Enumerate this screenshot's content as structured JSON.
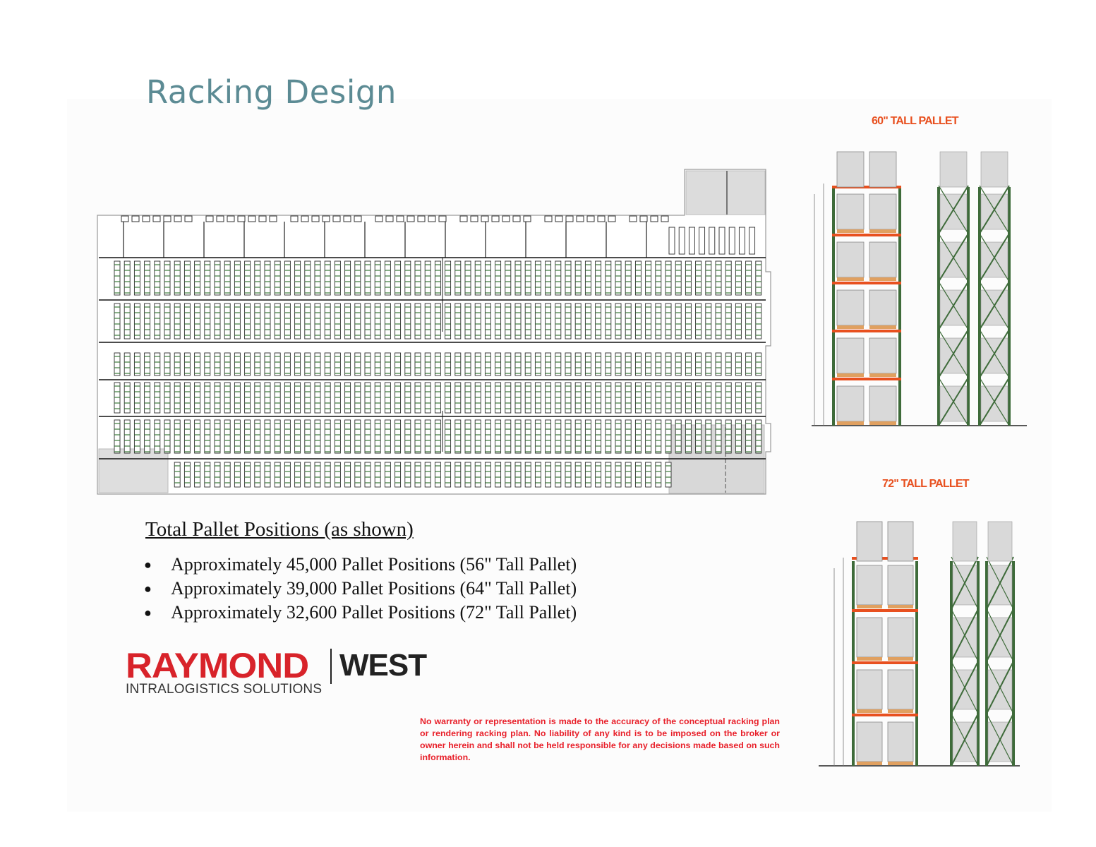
{
  "page": {
    "title": "Racking Design"
  },
  "elevations": {
    "top": {
      "label": "60\" TALL PALLET"
    },
    "bottom": {
      "label": "72\" TALL PALLET"
    }
  },
  "totals": {
    "heading": "Total Pallet Positions (as shown)",
    "items": [
      "Approximately 45,000 Pallet Positions (56\" Tall Pallet)",
      "Approximately 39,000 Pallet Positions (64\" Tall Pallet)",
      "Approximately 32,600 Pallet  Positions (72\" Tall Pallet)"
    ]
  },
  "logo": {
    "name": "RAYMOND",
    "region": "WEST",
    "tagline": "INTRALOGISTICS SOLUTIONS"
  },
  "disclaimer": "No warranty or representation is made to the accuracy of the conceptual racking plan or rendering racking plan. No liability of any kind is to be imposed on the broker or owner herein and shall not be held responsible for any decisions made based on such information.",
  "colors": {
    "title": "#5c8b94",
    "accent_orange": "#e8501f",
    "upright_green": "#3e6b3a",
    "warning_red": "#e8202a",
    "brand_red": "#d8232a"
  }
}
